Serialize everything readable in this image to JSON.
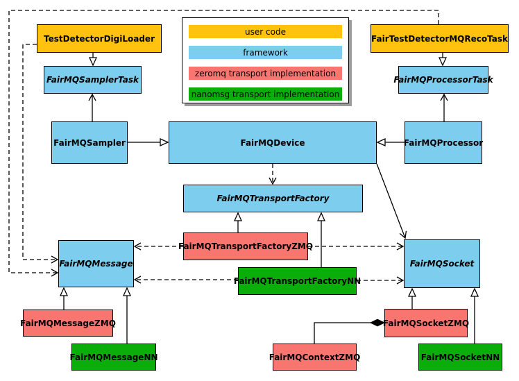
{
  "palette": {
    "user_code": "#ffc20e",
    "framework": "#7dcdee",
    "zeromq": "#f9756f",
    "nanomsg": "#0bad0b"
  },
  "legend": {
    "items": [
      {
        "label": "user code",
        "category": "user_code"
      },
      {
        "label": "framework",
        "category": "framework"
      },
      {
        "label": "zeromq transport implementation",
        "category": "zeromq"
      },
      {
        "label": "nanomsg transport implementation",
        "category": "nanomsg"
      }
    ]
  },
  "nodes": {
    "digiLoader": {
      "label": "TestDetectorDigiLoader",
      "category": "user_code",
      "abstract": false
    },
    "recoTask": {
      "label": "FairTestDetectorMQRecoTask",
      "category": "user_code",
      "abstract": false
    },
    "samplerTask": {
      "label": "FairMQSamplerTask",
      "category": "framework",
      "abstract": true
    },
    "processorTask": {
      "label": "FairMQProcessorTask",
      "category": "framework",
      "abstract": true
    },
    "sampler": {
      "label": "FairMQSampler",
      "category": "framework",
      "abstract": false
    },
    "device": {
      "label": "FairMQDevice",
      "category": "framework",
      "abstract": false
    },
    "processor": {
      "label": "FairMQProcessor",
      "category": "framework",
      "abstract": false
    },
    "transportFactory": {
      "label": "FairMQTransportFactory",
      "category": "framework",
      "abstract": true
    },
    "transportFactoryZMQ": {
      "label": "FairMQTransportFactoryZMQ",
      "category": "zeromq",
      "abstract": false
    },
    "transportFactoryNN": {
      "label": "FairMQTransportFactoryNN",
      "category": "nanomsg",
      "abstract": false
    },
    "message": {
      "label": "FairMQMessage",
      "category": "framework",
      "abstract": true
    },
    "socket": {
      "label": "FairMQSocket",
      "category": "framework",
      "abstract": true
    },
    "messageZMQ": {
      "label": "FairMQMessageZMQ",
      "category": "zeromq",
      "abstract": false
    },
    "messageNN": {
      "label": "FairMQMessageNN",
      "category": "nanomsg",
      "abstract": false
    },
    "socketZMQ": {
      "label": "FairMQSocketZMQ",
      "category": "zeromq",
      "abstract": false
    },
    "socketNN": {
      "label": "FairMQSocketNN",
      "category": "nanomsg",
      "abstract": false
    },
    "contextZMQ": {
      "label": "FairMQContextZMQ",
      "category": "zeromq",
      "abstract": false
    }
  },
  "edges": [
    {
      "from": "TestDetectorDigiLoader",
      "to": "FairMQSamplerTask",
      "type": "inheritance"
    },
    {
      "from": "FairTestDetectorMQRecoTask",
      "to": "FairMQProcessorTask",
      "type": "inheritance"
    },
    {
      "from": "FairMQSampler",
      "to": "FairMQSamplerTask",
      "type": "association"
    },
    {
      "from": "FairMQProcessor",
      "to": "FairMQProcessorTask",
      "type": "association"
    },
    {
      "from": "FairMQSampler",
      "to": "FairMQDevice",
      "type": "inheritance"
    },
    {
      "from": "FairMQProcessor",
      "to": "FairMQDevice",
      "type": "inheritance"
    },
    {
      "from": "FairMQDevice",
      "to": "FairMQTransportFactory",
      "type": "dependency"
    },
    {
      "from": "FairMQDevice",
      "to": "FairMQSocket",
      "type": "association"
    },
    {
      "from": "FairMQTransportFactoryZMQ",
      "to": "FairMQTransportFactory",
      "type": "inheritance"
    },
    {
      "from": "FairMQTransportFactoryNN",
      "to": "FairMQTransportFactory",
      "type": "inheritance"
    },
    {
      "from": "FairMQTransportFactoryZMQ",
      "to": "FairMQMessage",
      "type": "dependency"
    },
    {
      "from": "FairMQTransportFactoryZMQ",
      "to": "FairMQSocket",
      "type": "dependency"
    },
    {
      "from": "FairMQTransportFactoryNN",
      "to": "FairMQMessage",
      "type": "dependency"
    },
    {
      "from": "FairMQTransportFactoryNN",
      "to": "FairMQSocket",
      "type": "dependency"
    },
    {
      "from": "TestDetectorDigiLoader",
      "to": "FairMQMessage",
      "type": "dependency"
    },
    {
      "from": "FairTestDetectorMQRecoTask",
      "to": "FairMQMessage",
      "type": "dependency"
    },
    {
      "from": "FairMQMessageZMQ",
      "to": "FairMQMessage",
      "type": "inheritance"
    },
    {
      "from": "FairMQMessageNN",
      "to": "FairMQMessage",
      "type": "inheritance"
    },
    {
      "from": "FairMQSocketZMQ",
      "to": "FairMQSocket",
      "type": "inheritance"
    },
    {
      "from": "FairMQSocketNN",
      "to": "FairMQSocket",
      "type": "inheritance"
    },
    {
      "from": "FairMQContextZMQ",
      "to": "FairMQSocketZMQ",
      "type": "composition"
    }
  ]
}
